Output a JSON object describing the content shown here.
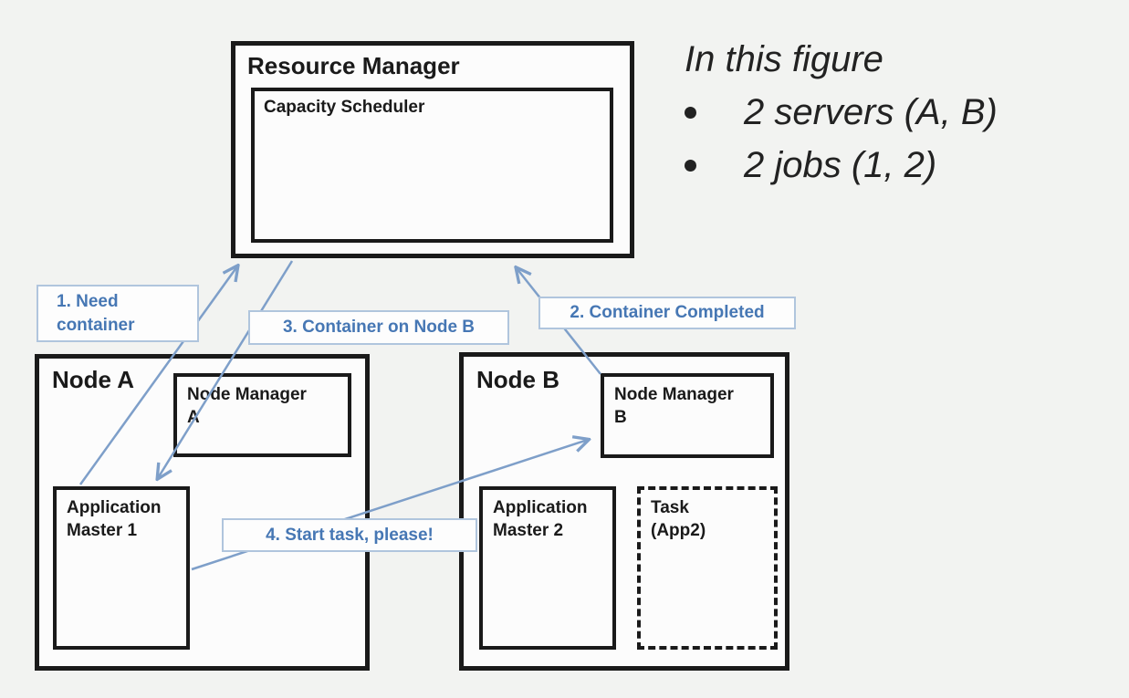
{
  "figure_note": {
    "heading": "In this figure",
    "bullets": [
      "2 servers (A, B)",
      "2 jobs (1, 2)"
    ]
  },
  "resource_manager": {
    "title": "Resource Manager",
    "scheduler": "Capacity Scheduler"
  },
  "node_a": {
    "title": "Node A",
    "node_manager_lines": [
      "Node Manager",
      "A"
    ],
    "app_master_lines": [
      "Application",
      "Master 1"
    ]
  },
  "node_b": {
    "title": "Node B",
    "node_manager_lines": [
      "Node Manager",
      "B"
    ],
    "app_master_lines": [
      "Application",
      "Master 2"
    ],
    "task_lines": [
      "Task",
      "(App2)"
    ]
  },
  "steps": [
    {
      "line1": "1. Need",
      "line2": "container"
    },
    {
      "line1": "2. Container Completed"
    },
    {
      "line1": "3. Container on Node B"
    },
    {
      "line1": "4. Start task, please!"
    }
  ],
  "colors": {
    "bg": "#f2f3f1",
    "box_border": "#1a1a1a",
    "accent_blue": "#4677b4",
    "line_blue": "#7e9fc9",
    "label_border": "#b0c5dd"
  }
}
